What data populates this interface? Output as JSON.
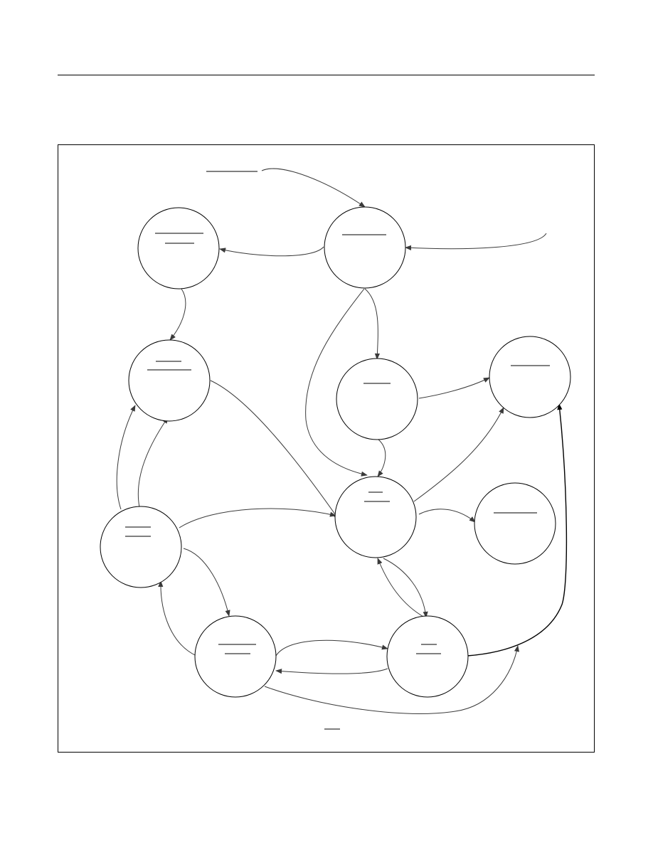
{
  "diagram": {
    "nodes": [
      {
        "id": "top-center"
      },
      {
        "id": "top-left"
      },
      {
        "id": "mid-left"
      },
      {
        "id": "mid-center"
      },
      {
        "id": "mid-right"
      },
      {
        "id": "center"
      },
      {
        "id": "center-right"
      },
      {
        "id": "lower-left"
      },
      {
        "id": "bottom-left"
      },
      {
        "id": "bottom-right"
      }
    ],
    "edges": [
      {
        "from": "entry-label",
        "to": "top-center"
      },
      {
        "from": "right-entry",
        "to": "top-center"
      },
      {
        "from": "top-center",
        "to": "top-left"
      },
      {
        "from": "top-left",
        "to": "mid-left"
      },
      {
        "from": "top-center",
        "to": "mid-center"
      },
      {
        "from": "top-center",
        "to": "center"
      },
      {
        "from": "mid-center",
        "to": "mid-right"
      },
      {
        "from": "mid-center",
        "to": "center"
      },
      {
        "from": "mid-left",
        "to": "center"
      },
      {
        "from": "center",
        "to": "mid-right"
      },
      {
        "from": "center",
        "to": "center-right"
      },
      {
        "from": "lower-left",
        "to": "mid-left"
      },
      {
        "from": "lower-left",
        "to": "mid-left"
      },
      {
        "from": "lower-left",
        "to": "center"
      },
      {
        "from": "lower-left",
        "to": "bottom-left"
      },
      {
        "from": "bottom-left",
        "to": "lower-left"
      },
      {
        "from": "bottom-left",
        "to": "bottom-right"
      },
      {
        "from": "bottom-right",
        "to": "bottom-left"
      },
      {
        "from": "center",
        "to": "bottom-right"
      },
      {
        "from": "bottom-right",
        "to": "center"
      },
      {
        "from": "bottom-left",
        "to": "bottom-right"
      },
      {
        "from": "bottom-right",
        "to": "mid-right"
      }
    ]
  }
}
